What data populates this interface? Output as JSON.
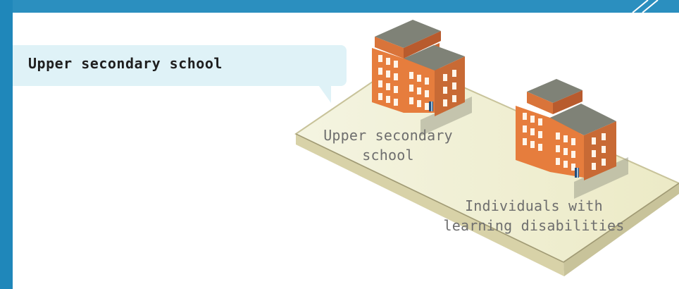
{
  "header": {
    "title": "Upper secondary school"
  },
  "diagram": {
    "buildings": [
      {
        "label_line1": "Upper secondary",
        "label_line2": "school"
      },
      {
        "label_line1": "Individuals with",
        "label_line2": "learning disabilities"
      }
    ]
  },
  "colors": {
    "accent": "#2b8fbf",
    "bubble": "#dff2f7",
    "ground": "#f3f4de",
    "building": "#e67d3d",
    "roof": "#7b7d72"
  }
}
